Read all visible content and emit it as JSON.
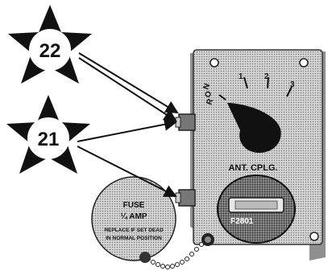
{
  "callouts": [
    {
      "number": "22"
    },
    {
      "number": "21"
    }
  ],
  "panel": {
    "dial": {
      "positions": [
        "N",
        "O",
        "R",
        "1",
        "2",
        "3"
      ]
    },
    "label": "ANT. CPLG.",
    "fuse_holder_label": "F2801"
  },
  "fuse_cap": {
    "title": "FUSE",
    "rating": "¼ AMP",
    "instruction_line1": "REPLACE IF SET DEAD",
    "instruction_line2": "IN NORMAL POSITION"
  },
  "colors": {
    "ink": "#111111",
    "paper": "#ffffff",
    "panel_face": "#cfcfcf",
    "shadow": "#555555"
  }
}
